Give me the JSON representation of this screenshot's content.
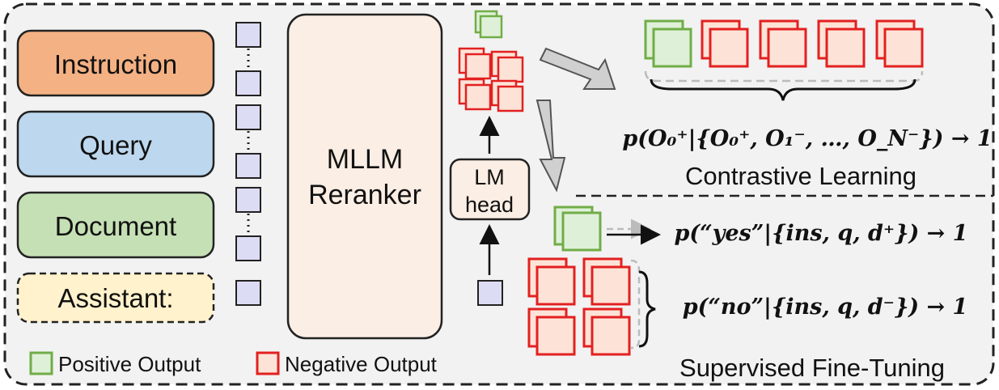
{
  "inputs": {
    "instruction": "Instruction",
    "query": "Query",
    "document": "Document",
    "assistant": "Assistant:"
  },
  "model": {
    "line1": "MLLM",
    "line2": "Reranker"
  },
  "lm_head": {
    "line1": "LM",
    "line2": "head"
  },
  "contrastive": {
    "title": "Contrastive Learning",
    "formula": "p(O₀⁺|{O₀⁺, O₁⁻, …, O_N⁻}) → 1"
  },
  "sft": {
    "title": "Supervised Fine-Tuning",
    "formula_yes": "p(“yes”|{ins, q, d⁺}) → 1",
    "formula_no": "p(“no”|{ins, q, d⁻}) → 1"
  },
  "legend": {
    "positive": "Positive Output",
    "negative": "Negative Output"
  },
  "colors": {
    "instruction_fill": "#f4b183",
    "query_fill": "#bdd7ee",
    "document_fill": "#c5e0b4",
    "assistant_fill": "#fff2cc",
    "model_fill": "#fbeee4",
    "token_fill": "#dcdcf5",
    "positive_stroke": "#70ad47",
    "positive_fill": "#dff0d8",
    "negative_stroke": "#e32020",
    "negative_fill": "#fde3d7",
    "panel_fill": "#f2f2f2"
  }
}
